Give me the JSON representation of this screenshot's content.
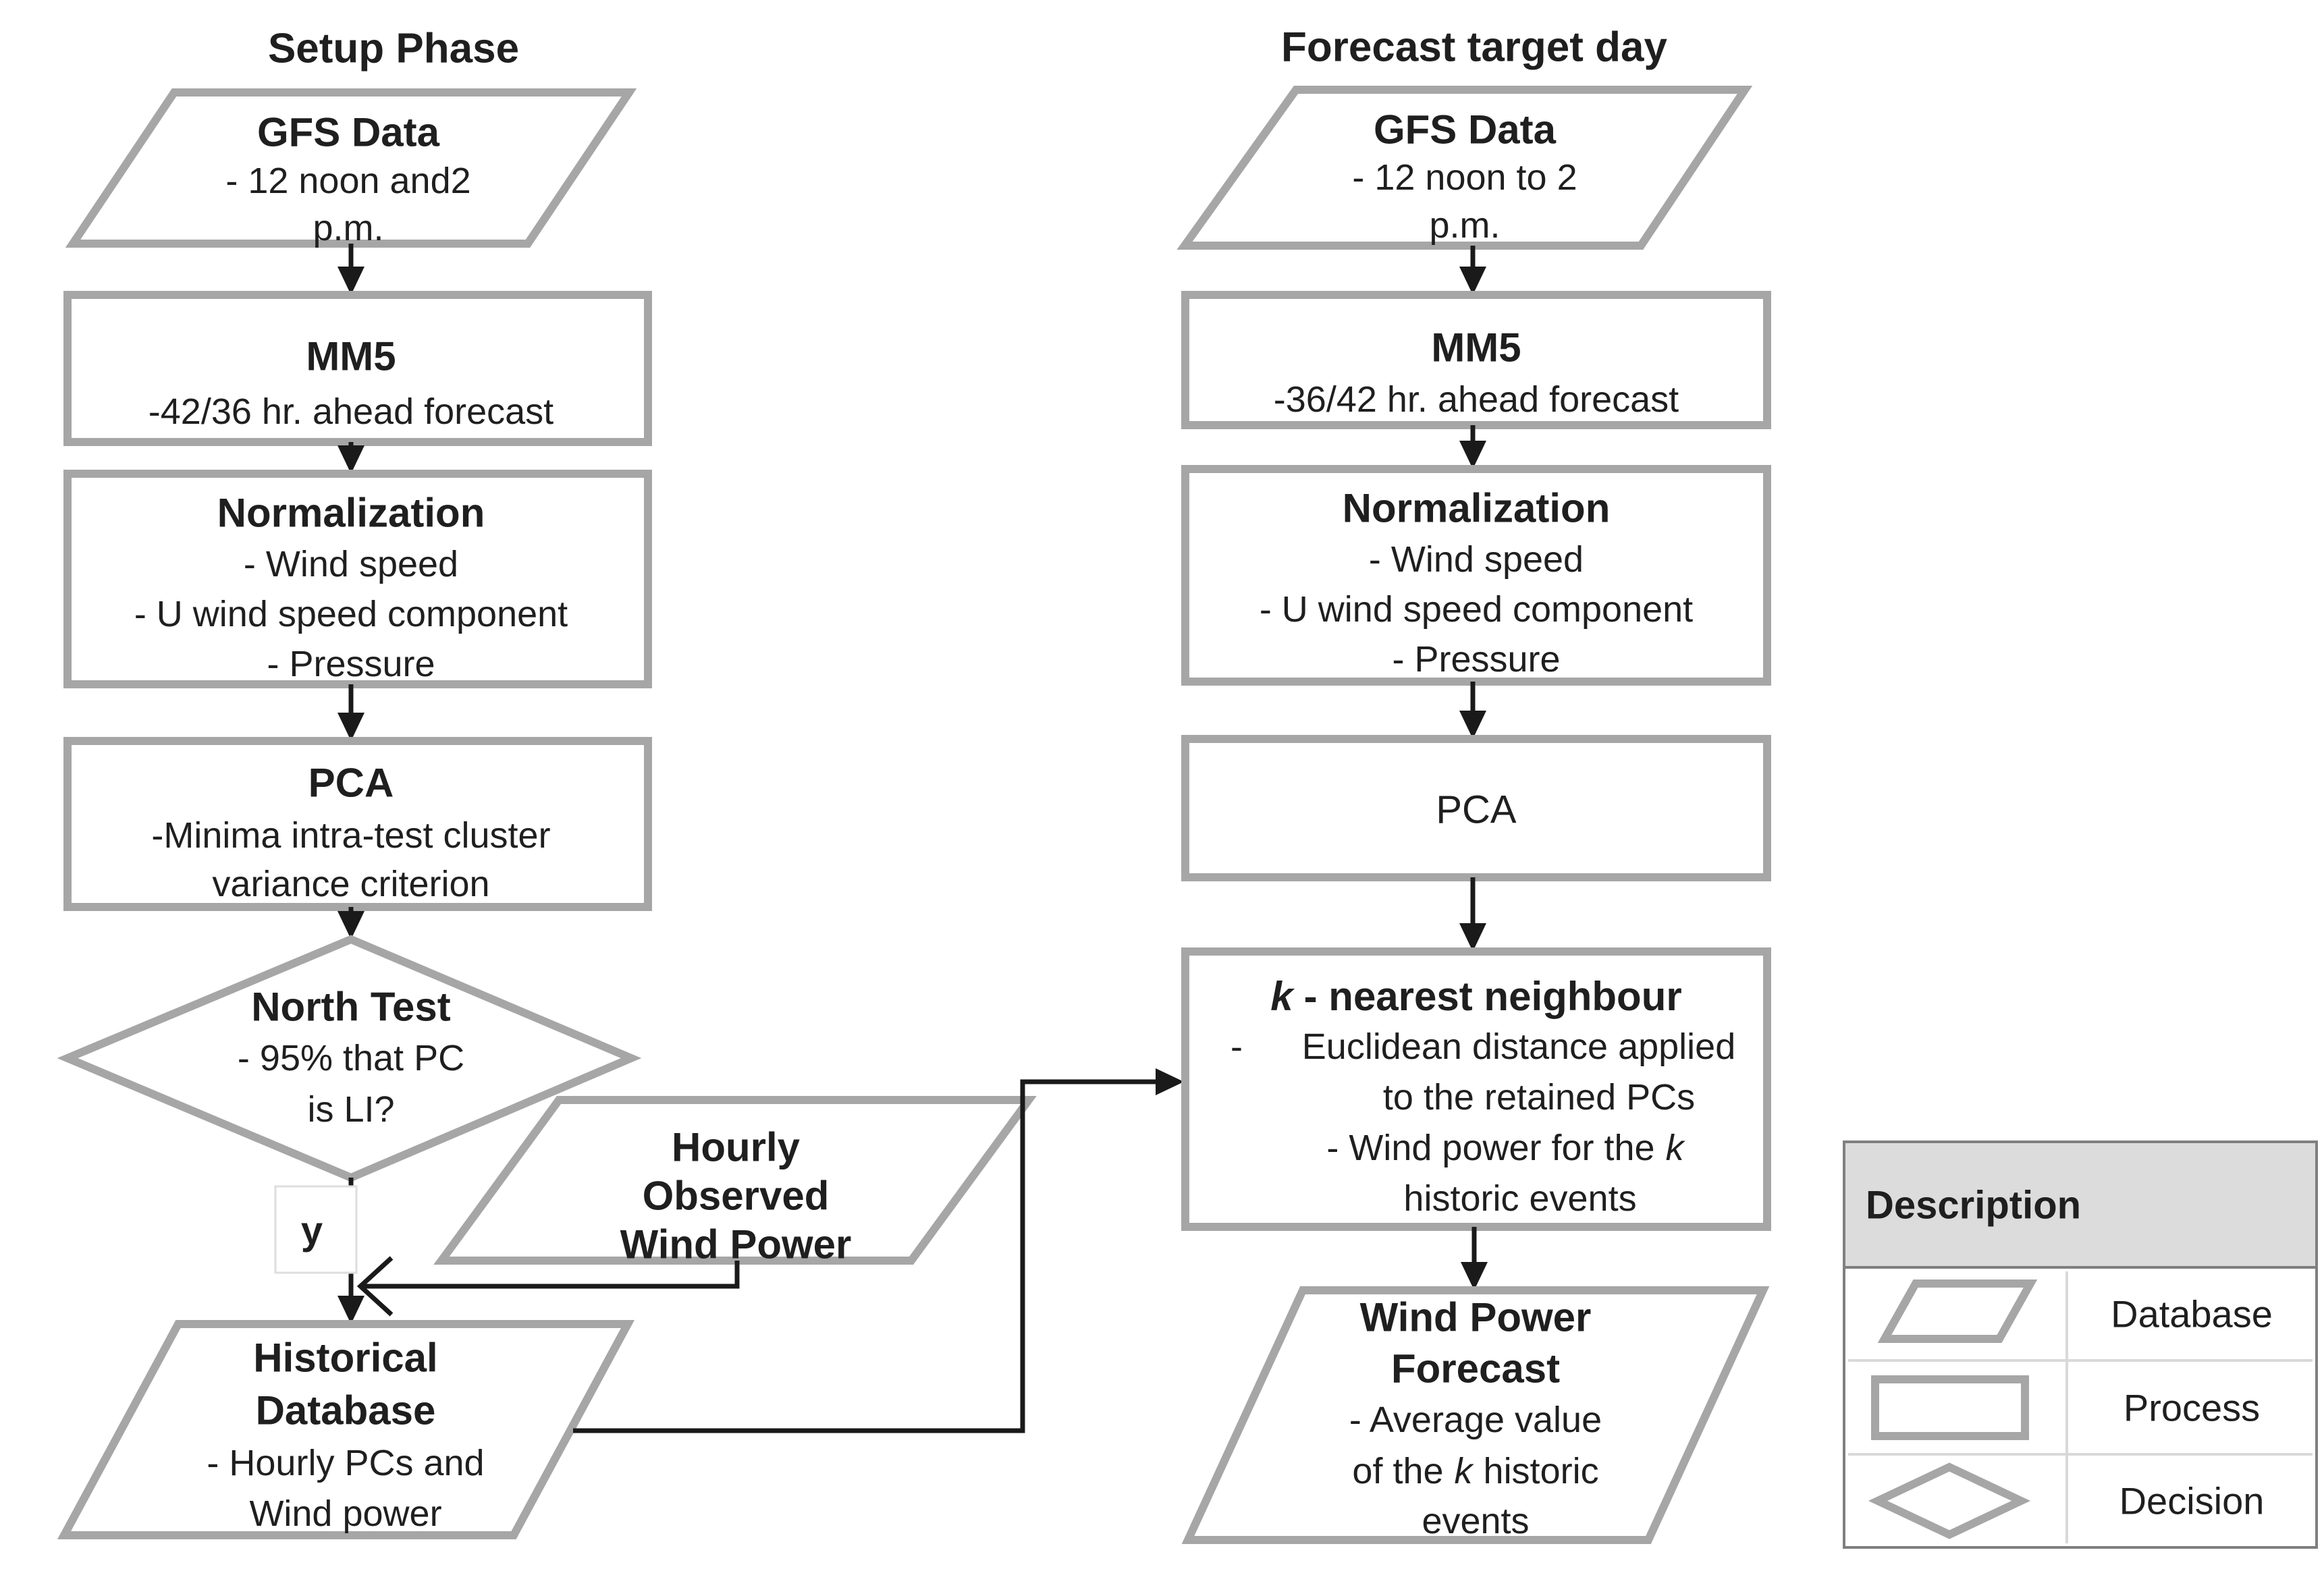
{
  "colors": {
    "background": "#ffffff",
    "shape_stroke": "#a6a6a6",
    "shape_fill": "#ffffff",
    "connector": "#1a1a1a",
    "text": "#1f1f1f",
    "legend_header_bg": "#dcdcdc",
    "legend_outer_border": "#7f7f7f",
    "legend_grid": "#d9d9d9"
  },
  "setup_column": {
    "title": "Setup Phase",
    "gfs": {
      "title": "GFS Data",
      "line1": "- 12 noon and2",
      "line2": "p.m."
    },
    "mm5": {
      "title": "MM5",
      "line1": "-42/36 hr. ahead forecast"
    },
    "normalization": {
      "title": "Normalization",
      "line1": "- Wind speed",
      "line2": "- U wind speed component",
      "line3": "- Pressure"
    },
    "pca": {
      "title": "PCA",
      "line1": "-Minima intra-test cluster",
      "line2": "variance criterion"
    },
    "north_test": {
      "title": "North Test",
      "line1": "- 95% that PC",
      "line2": "is LI?"
    },
    "yes_label": "y",
    "hourly_observed": {
      "line1": "Hourly",
      "line2": "Observed",
      "line3": "Wind Power"
    },
    "historical_db": {
      "title1": "Historical",
      "title2": "Database",
      "line1": "- Hourly PCs and",
      "line2": "Wind power"
    }
  },
  "forecast_column": {
    "title": "Forecast target day",
    "gfs": {
      "title": "GFS Data",
      "line1": "- 12 noon to 2",
      "line2": "p.m."
    },
    "mm5": {
      "title": "MM5",
      "line1": "-36/42 hr. ahead forecast"
    },
    "normalization": {
      "title": "Normalization",
      "line1": "- Wind speed",
      "line2": "- U wind speed component",
      "line3": "- Pressure"
    },
    "pca": {
      "title": "PCA"
    },
    "knn": {
      "title_k": "k",
      "title_rest": "- nearest neighbour",
      "bullet1_dash": "-",
      "bullet1_line1": "Euclidean distance applied",
      "bullet1_line2": "to the retained PCs",
      "bullet2_pre": "- Wind power for the",
      "bullet2_k": "k",
      "bullet2_line2": "historic events"
    },
    "wind_power_forecast": {
      "title1": "Wind Power",
      "title2": "Forecast",
      "line1": "- Average value",
      "line2_pre": "of the",
      "line2_k": "k",
      "line2_post": "historic",
      "line3": "events"
    }
  },
  "legend": {
    "header": "Description",
    "rows": [
      {
        "shape": "parallelogram-icon",
        "label": "Database"
      },
      {
        "shape": "rectangle-icon",
        "label": "Process"
      },
      {
        "shape": "diamond-icon",
        "label": "Decision"
      }
    ]
  }
}
